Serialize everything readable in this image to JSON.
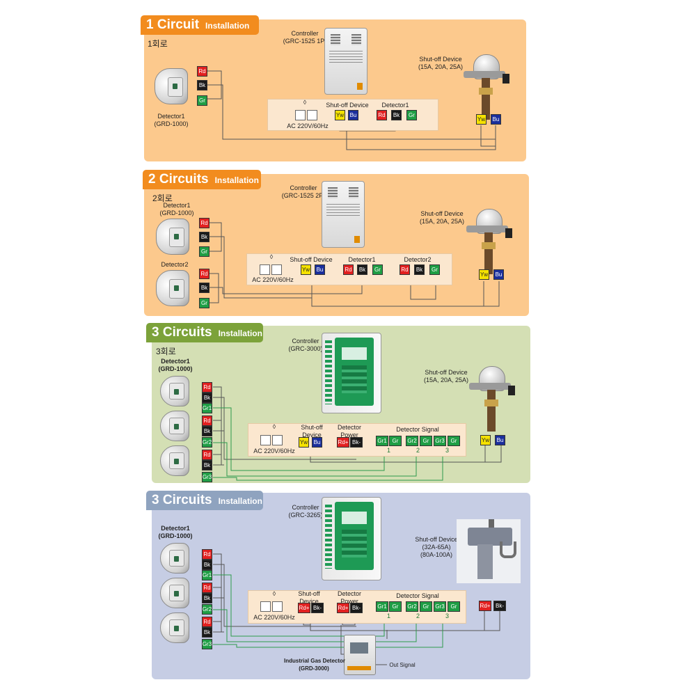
{
  "colors": {
    "orange_tab": "#f28c1e",
    "orange_panel": "#fcc98d",
    "green_tab": "#7ca23a",
    "green_panel": "#d4dfb4",
    "blue_tab": "#8fa3bf",
    "blue_panel": "#c6cde4",
    "terminal_red": "#e22020",
    "terminal_black": "#1a1a1a",
    "terminal_green": "#1f9e45",
    "terminal_yellow": "#f6e200",
    "terminal_blue": "#1b2f9c"
  },
  "terminals": {
    "rd": "Rd",
    "bk": "Bk",
    "gr": "Gr",
    "yw": "Yw",
    "bu": "Bu",
    "gr1": "Gr1",
    "gr2": "Gr2",
    "gr3": "Gr3",
    "rdp": "Rd+",
    "bkm": "Bk-",
    "n1": "1",
    "n2": "2",
    "n3": "3"
  },
  "p1": {
    "title": "1 Circuit",
    "subtitle": "Installation",
    "korean": "1회로",
    "controller_label": "Controller",
    "controller_model": "(GRC-1525 1P)",
    "shutoff_label": "Shut-off Device",
    "shutoff_model": "(15A, 20A, 25A)",
    "detector_label": "Detector1",
    "detector_model": "(GRD-1000)",
    "power_label": "AC 220V/60Hz",
    "strip_shutoff": "Shut-off Device",
    "strip_detector1": "Detector1"
  },
  "p2": {
    "title": "2 Circuits",
    "subtitle": "Installation",
    "korean": "2회로",
    "controller_label": "Controller",
    "controller_model": "(GRC-1525 2P)",
    "shutoff_label": "Shut-off Device",
    "shutoff_model": "(15A, 20A, 25A)",
    "detector1_label": "Detector1",
    "detector1_model": "(GRD-1000)",
    "detector2_label": "Detector2",
    "power_label": "AC 220V/60Hz",
    "strip_shutoff": "Shut-off Device",
    "strip_detector1": "Detector1",
    "strip_detector2": "Detector2"
  },
  "p3": {
    "title": "3 Circuits",
    "subtitle": "Installation",
    "korean": "3회로",
    "controller_label": "Controller",
    "controller_model": "(GRC-3000)",
    "shutoff_label": "Shut-off Device",
    "shutoff_model": "(15A, 20A, 25A)",
    "detector_label": "Detector1",
    "detector_model": "(GRD-1000)",
    "power_label": "AC 220V/60Hz",
    "strip_shutoff_1": "Shut-off",
    "strip_shutoff_2": "Device",
    "strip_power_1": "Detector",
    "strip_power_2": "Power",
    "strip_signal": "Detector Signal"
  },
  "p4": {
    "title": "3 Circuits",
    "subtitle": "Installation",
    "controller_label": "Controller",
    "controller_model": "(GRC-3265)",
    "shutoff_label": "Shut-off Device",
    "shutoff_model_1": "(32A-65A)",
    "shutoff_model_2": "(80A-100A)",
    "detector_label": "Detector1",
    "detector_model": "(GRD-1000)",
    "power_label": "AC 220V/60Hz",
    "strip_shutoff_1": "Shut-off",
    "strip_shutoff_2": "Device",
    "strip_power_1": "Detector",
    "strip_power_2": "Power",
    "strip_signal": "Detector Signal",
    "igd_label": "Industrial Gas Detector",
    "igd_model": "(GRD-3000)",
    "out_signal": "Out Signal"
  }
}
